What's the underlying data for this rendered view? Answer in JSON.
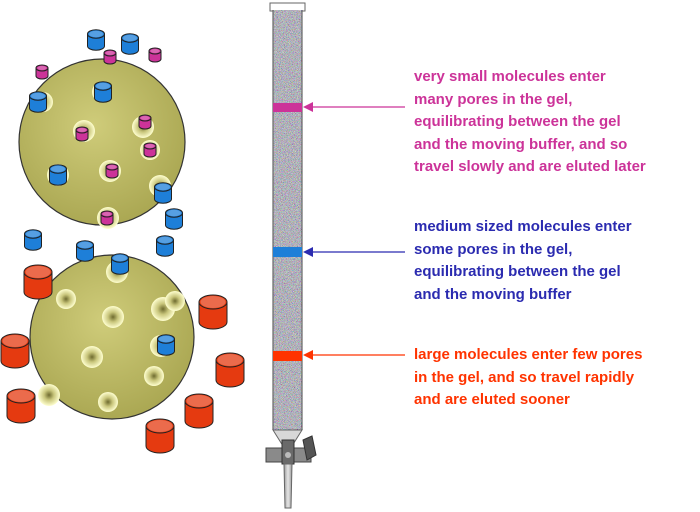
{
  "colors": {
    "small_text": "#CC3399",
    "medium_text": "#2B2BB0",
    "large_text": "#FF3300",
    "small_molecule": "#CC3399",
    "medium_molecule": "#1E7FD8",
    "large_molecule": "#E53A10",
    "bead": "#B7B45A",
    "pore": "#FFFFCC"
  },
  "annotations": {
    "small": {
      "lines": [
        "very small molecules enter",
        "many pores in the gel,",
        "equilibrating between the gel",
        "and the moving buffer, and so",
        "travel slowly and are eluted later"
      ]
    },
    "medium": {
      "lines": [
        "medium sized molecules enter",
        "some pores in the gel,",
        "equilibrating between the gel",
        "and the moving buffer"
      ]
    },
    "large": {
      "lines": [
        "large molecules enter few pores",
        "in the gel, and so travel rapidly",
        "and are eluted sooner"
      ]
    }
  },
  "icons": {
    "column": "chromatography-column-icon",
    "stopcock": "stopcock-icon",
    "bead": "gel-bead-icon"
  }
}
